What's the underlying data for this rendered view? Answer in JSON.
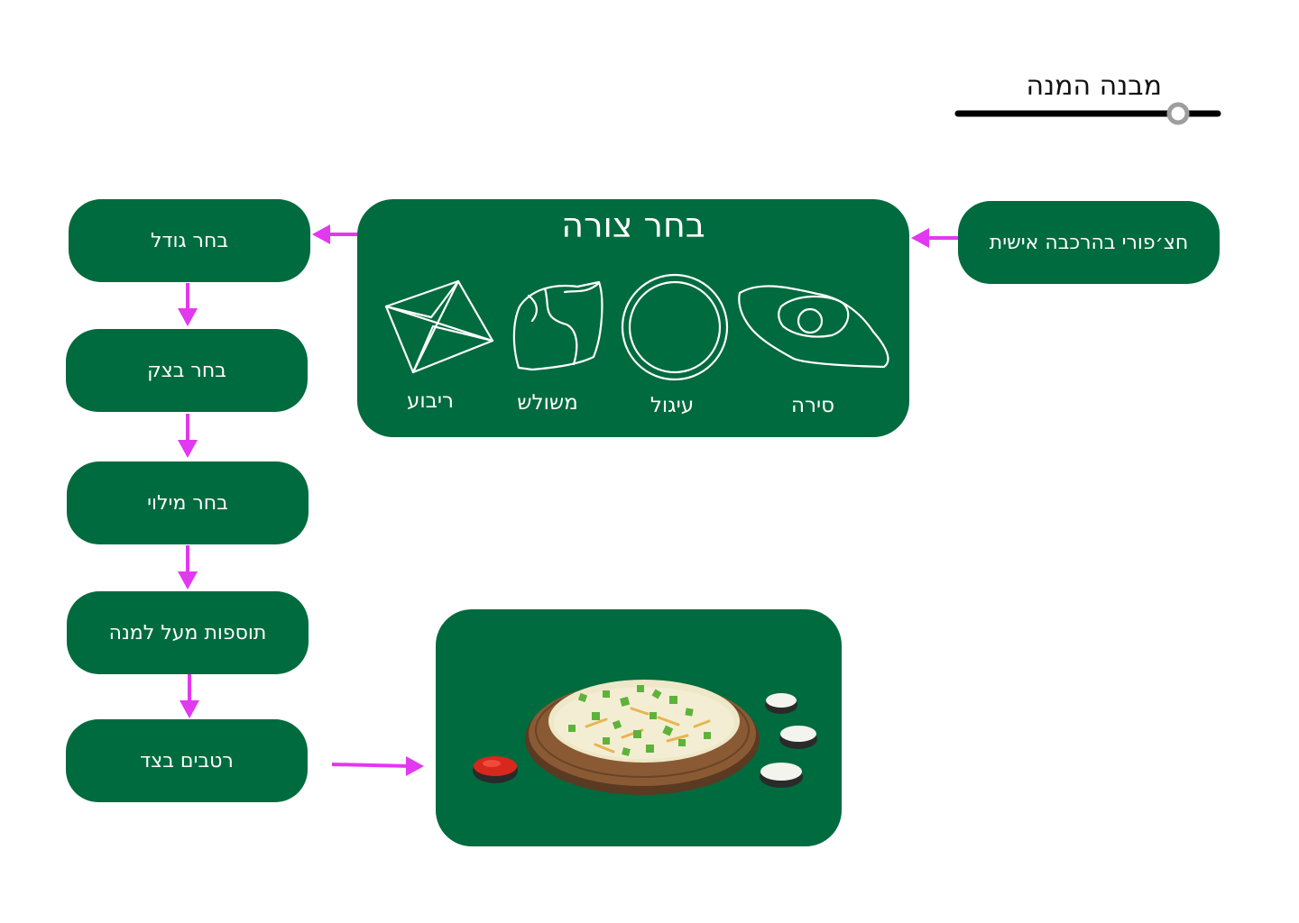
{
  "header": {
    "title": "מבנה המנה"
  },
  "flow": {
    "start": "חצ׳פורי בהרכבה אישית",
    "shape_box": {
      "title": "בחר צורה",
      "options": [
        {
          "label": "ריבוע",
          "icon": "square-envelope-icon"
        },
        {
          "label": "משולש",
          "icon": "triangle-fold-icon"
        },
        {
          "label": "עיגול",
          "icon": "circle-icon"
        },
        {
          "label": "סירה",
          "icon": "boat-shape-icon"
        }
      ]
    },
    "steps": [
      "בחר גודל",
      "בחר בצק",
      "בחר מילוי",
      "תוספות מעל למנה",
      "רטבים בצד"
    ]
  },
  "colors": {
    "box_green": "#006b3e",
    "arrow_magenta": "#e238f0",
    "text_white": "#ffffff"
  }
}
